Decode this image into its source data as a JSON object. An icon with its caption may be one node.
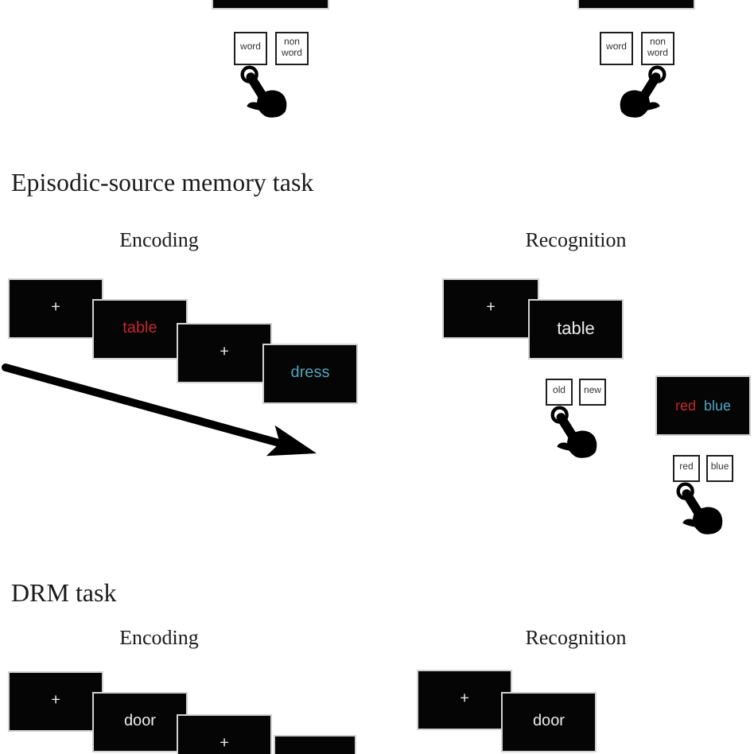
{
  "diagram": {
    "nodes": [
      {
        "text": [],
        "shape": "box"
      },
      {
        "text": [],
        "shape": "box"
      },
      {
        "text": [
          "word"
        ]
      },
      {
        "text": [
          "non word"
        ]
      },
      {
        "text": [
          "word"
        ]
      },
      {
        "text": [
          "non word"
        ]
      },
      {
        "text": [
          "+"
        ]
      },
      {
        "text": [
          "table"
        ]
      },
      {
        "text": [
          "+"
        ]
      },
      {
        "text": [
          "dress"
        ]
      },
      {
        "text": [
          "+"
        ]
      },
      {
        "text": [
          "table"
        ]
      },
      {
        "text": [
          "old"
        ]
      },
      {
        "text": [
          "new"
        ]
      },
      {
        "text": [
          "red",
          "blue"
        ]
      },
      {
        "text": [
          "red"
        ]
      },
      {
        "text": [
          "blue"
        ]
      },
      {
        "text": [
          "+"
        ]
      },
      {
        "text": [
          "door"
        ]
      },
      {
        "text": [
          "+"
        ]
      },
      {
        "text": [],
        "shape": "box"
      },
      {
        "text": [
          "+"
        ]
      },
      {
        "text": [
          "door"
        ]
      }
    ],
    "labels": [
      "Episodic-source memory task",
      "Encoding",
      "Recognition",
      "DRM task",
      "Encoding",
      "Recognition"
    ]
  }
}
